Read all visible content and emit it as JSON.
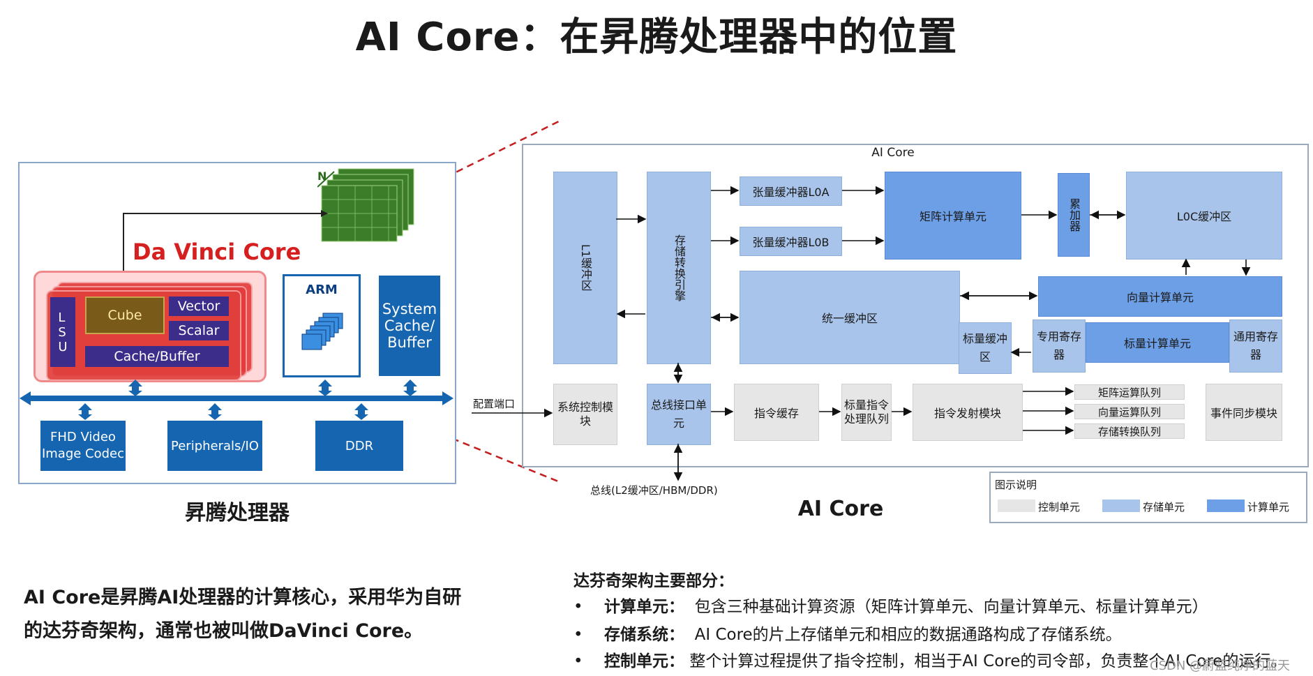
{
  "title": "AI Core：在昇腾处理器中的位置",
  "processor": {
    "caption": "昇腾处理器",
    "da_vinci_label": "Da Vinci Core",
    "lsu": "L\nS\nU",
    "cube": "Cube",
    "vector": "Vector",
    "scalar": "Scalar",
    "cache_buffer": "Cache/Buffer",
    "arm": "ARM",
    "system_cache": "System Cache/ Buffer",
    "fhd": "FHD Video Image Codec",
    "peripherals": "Peripherals/IO",
    "ddr": "DDR",
    "n_label": "N"
  },
  "core": {
    "panel_title": "AI Core",
    "caption": "AI Core",
    "l1": "L1缓冲区",
    "mte": "存储转换引擎",
    "l0a": "张量缓冲器L0A",
    "l0b": "张量缓冲器L0B",
    "matrix_unit": "矩阵计算单元",
    "accumulator": "累加器",
    "l0c": "L0C缓冲区",
    "vector_unit": "向量计算单元",
    "ub": "统一缓冲区",
    "scalar_buf": "标量缓冲区",
    "special_reg": "专用寄存器",
    "scalar_unit": "标量计算单元",
    "gp_reg": "通用寄存器",
    "config_port": "配置端口",
    "sys_ctrl": "系统控制模块",
    "biu": "总线接口单元",
    "icache": "指令缓存",
    "scalar_queue": "标量指令处理队列",
    "dispatch": "指令发射模块",
    "matrix_queue": "矩阵运算队列",
    "vector_queue": "向量运算队列",
    "mte_queue": "存储转换队列",
    "event_sync": "事件同步模块",
    "bus_label": "总线(L2缓冲区/HBM/DDR)",
    "legend_title": "图示说明",
    "legend_ctrl": "控制单元",
    "legend_mem": "存储单元",
    "legend_cmp": "计算单元"
  },
  "colors": {
    "control": "#e6e6e6",
    "storage": "#a9c4ea",
    "compute": "#6d9fe6",
    "soc_blue": "#1565b0",
    "davinci_red": "#d62020"
  },
  "text": {
    "intro_line1": "AI Core是昇腾AI处理器的计算核心，采用华为自研",
    "intro_line2": "的达芬奇架构，通常也被叫做DaVinci Core。",
    "parts_title": "达芬奇架构主要部分：",
    "b1_head": "计算单元：",
    "b1_text": "包含三种基础计算资源（矩阵计算单元、向量计算单元、标量计算单元）",
    "b2_head": "存储系统：",
    "b2_text": "AI Core的片上存储单元和相应的数据通路构成了存储系统。",
    "b3_head": "控制单元：",
    "b3_text": "整个计算过程提供了指令控制，相当于AI Core的司令部，负责整个AI Core的运行。",
    "watermark": "CSDN @蔚蓝纯净的蓝天"
  }
}
